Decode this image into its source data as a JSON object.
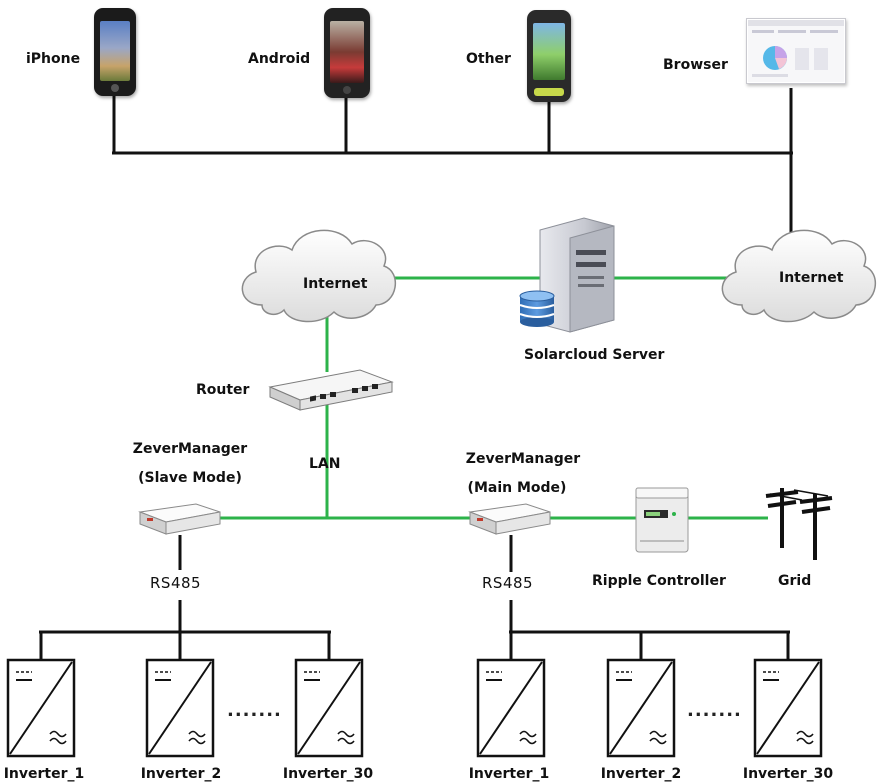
{
  "clients": {
    "iphone": "iPhone",
    "android": "Android",
    "other": "Other",
    "browser": "Browser"
  },
  "cloud_left": "Internet",
  "cloud_right": "Internet",
  "server": "Solarcloud Server",
  "router": "Router",
  "lan": "LAN",
  "manager_slave": {
    "line1": "ZeverManager",
    "line2": "(Slave Mode)"
  },
  "manager_main": {
    "line1": "ZeverManager",
    "line2": "(Main Mode)"
  },
  "bus_left": "RS485",
  "bus_right": "RS485",
  "ripple": "Ripple Controller",
  "grid": "Grid",
  "inverters_left": [
    "Inverter_1",
    "Inverter_2",
    "Inverter_30"
  ],
  "inverters_right": [
    "Inverter_1",
    "Inverter_2",
    "Inverter_30"
  ],
  "ellipsis": ".......",
  "colors": {
    "lan_link": "#2db34a",
    "wire": "#111111",
    "cloud_fill": "#f2f2f2",
    "cloud_stroke": "#8a8a8a"
  }
}
